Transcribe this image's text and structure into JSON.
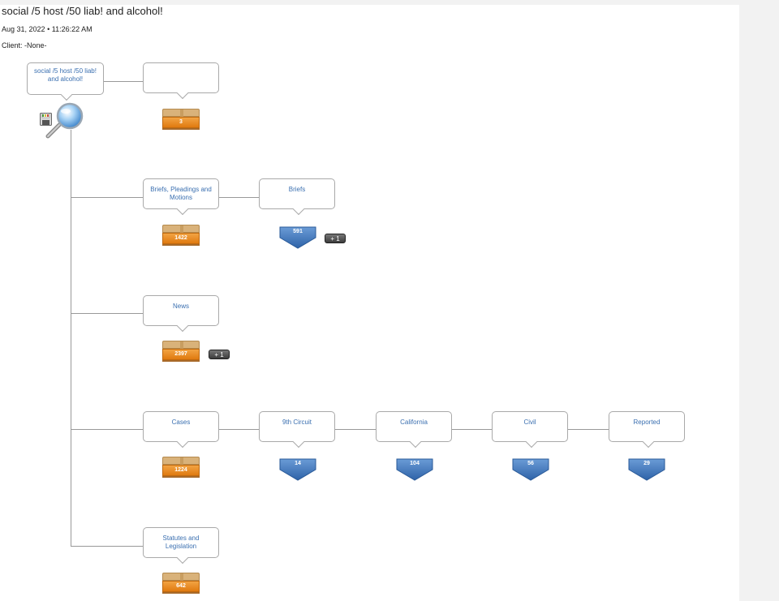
{
  "header": {
    "title": "social /5 host /50 liab! and alcohol!",
    "date": "Aug 31, 2022",
    "separator": "•",
    "time": "11:26:22 AM",
    "client": "Client: -None-"
  },
  "icons": {
    "save": "save-disk-icon",
    "search": "magnifier-icon"
  },
  "colors": {
    "link": "#3a6fb0",
    "box": "#e88a20",
    "chevron": "#3d74b8"
  },
  "root": {
    "label": "social /5 host /50 liab! and alcohol!"
  },
  "rows": [
    {
      "label": "",
      "count": "3",
      "more": "",
      "children": []
    },
    {
      "label": "Briefs, Pleadings and Motions",
      "count": "1422",
      "more": "",
      "children": [
        {
          "label": "Briefs",
          "count": "591",
          "more": "+ 1"
        }
      ]
    },
    {
      "label": "News",
      "count": "2397",
      "more": "+ 1",
      "children": []
    },
    {
      "label": "Cases",
      "count": "1224",
      "more": "",
      "children": [
        {
          "label": "9th Circuit",
          "count": "14",
          "more": ""
        },
        {
          "label": "California",
          "count": "104",
          "more": ""
        },
        {
          "label": "Civil",
          "count": "56",
          "more": ""
        },
        {
          "label": "Reported",
          "count": "29",
          "more": ""
        }
      ]
    },
    {
      "label": "Statutes and Legislation",
      "count": "642",
      "more": "",
      "children": []
    }
  ]
}
